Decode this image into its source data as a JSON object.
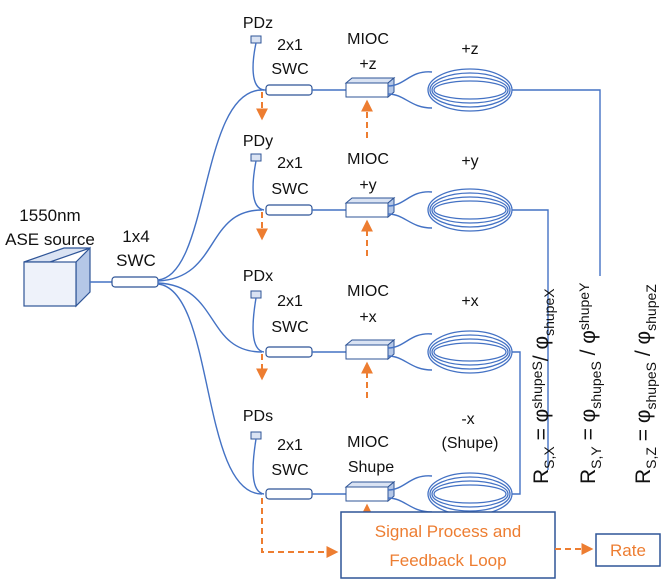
{
  "source": {
    "line1": "1550nm",
    "line2": "ASE source"
  },
  "splitter": {
    "line1": "1x4",
    "line2": "SWC"
  },
  "arms": [
    {
      "pd": "PDz",
      "swc1": "2x1",
      "swc2": "SWC",
      "mioc1": "MIOC",
      "mioc2": "+z",
      "coil": "+z",
      "coil2": ""
    },
    {
      "pd": "PDy",
      "swc1": "2x1",
      "swc2": "SWC",
      "mioc1": "MIOC",
      "mioc2": "+y",
      "coil": "+y",
      "coil2": ""
    },
    {
      "pd": "PDx",
      "swc1": "2x1",
      "swc2": "SWC",
      "mioc1": "MIOC",
      "mioc2": "+x",
      "coil": "+x",
      "coil2": ""
    },
    {
      "pd": "PDs",
      "swc1": "2x1",
      "swc2": "SWC",
      "mioc1": "MIOC",
      "mioc2": "Shupe",
      "coil": "-x",
      "coil2": "(Shupe)"
    }
  ],
  "processor": {
    "line1": "Signal Process and",
    "line2": "Feedback Loop"
  },
  "output": {
    "label": "Rate"
  },
  "equations": [
    {
      "lhs": "R",
      "lhs_sub": "S,X",
      "eq": " = ",
      "phi1": "φ",
      "sub1": "shupeS",
      "slash": "/ ",
      "phi2": "φ",
      "sub2": "shupeX"
    },
    {
      "lhs": "R",
      "lhs_sub": "S,Y",
      "eq": " = ",
      "phi1": "φ",
      "sub1": "shupeS",
      "slash": " / ",
      "phi2": "φ",
      "sub2": "shupeY"
    },
    {
      "lhs": "R",
      "lhs_sub": "S,Z",
      "eq": " = ",
      "phi1": "φ",
      "sub1": "shupeS",
      "slash": " / ",
      "phi2": "φ",
      "sub2": "shupeZ"
    }
  ],
  "colors": {
    "fiber": "#4472c4",
    "feedback": "#ed7d31"
  }
}
